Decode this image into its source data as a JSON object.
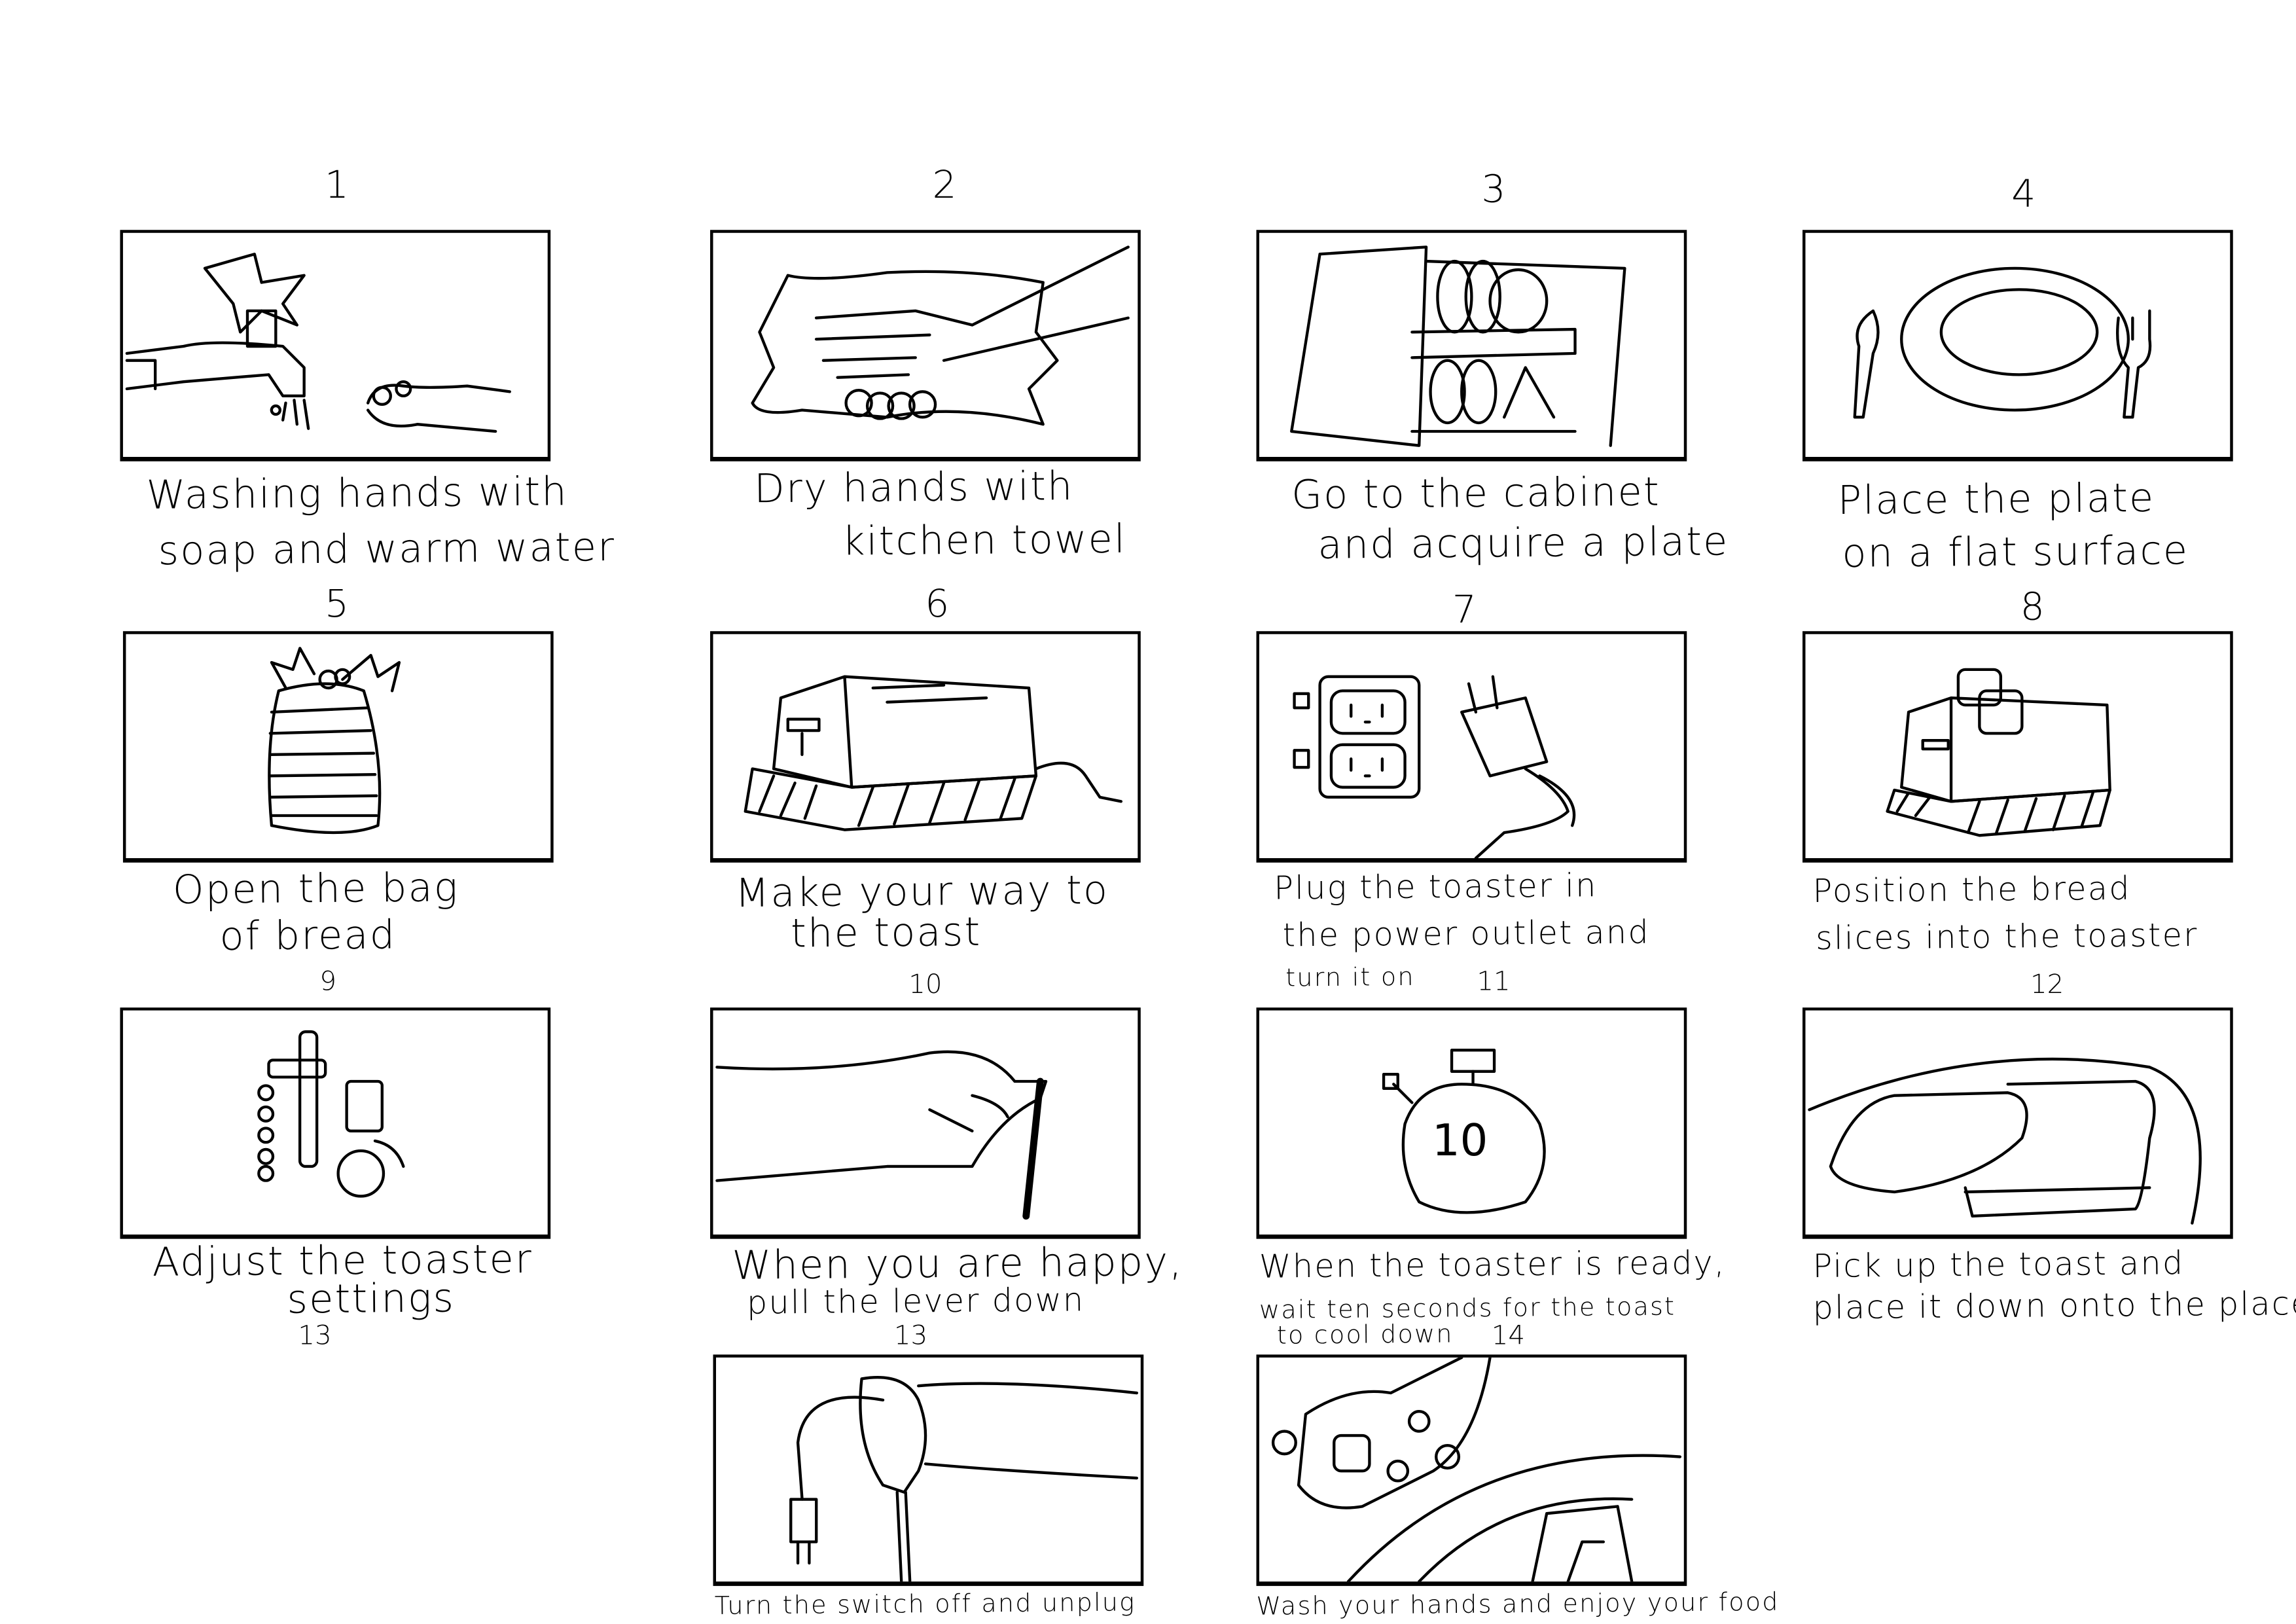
{
  "storyboard": {
    "panels": [
      {
        "number": "1",
        "caption": [
          "Washing hands with",
          "soap and warm water"
        ],
        "icon": "faucet-washing-hands"
      },
      {
        "number": "2",
        "caption": [
          "Dry hands with",
          "kitchen towel"
        ],
        "icon": "hands-drying-towel"
      },
      {
        "number": "3",
        "caption": [
          "Go to the cabinet",
          "and acquire a plate"
        ],
        "icon": "cabinet-plates"
      },
      {
        "number": "4",
        "caption": [
          "Place the plate",
          "on a flat surface"
        ],
        "icon": "plate-knife-fork"
      },
      {
        "number": "5",
        "caption": [
          "Open the bag",
          "of bread"
        ],
        "icon": "bread-bag"
      },
      {
        "number": "6",
        "caption": [
          "Make your way to",
          "the toast"
        ],
        "icon": "toaster"
      },
      {
        "number": "7",
        "caption": [
          "Plug the toaster in",
          "the power outlet and",
          "turn it on"
        ],
        "icon": "power-outlet-plug"
      },
      {
        "number": "8",
        "caption": [
          "Position the bread",
          "slices into the toaster"
        ],
        "icon": "toaster-with-bread"
      },
      {
        "number": "9",
        "caption": [
          "Adjust the toaster",
          "settings"
        ],
        "icon": "toaster-settings"
      },
      {
        "number": "10",
        "caption": [
          "When you are happy,",
          "pull the lever down"
        ],
        "icon": "hand-pulling-lever"
      },
      {
        "number": "11",
        "caption": [
          "When the toaster is ready,",
          "wait ten seconds for the toast",
          "to cool down"
        ],
        "icon": "stopwatch",
        "timer_value": "10"
      },
      {
        "number": "12",
        "caption": [
          "Pick up the toast and",
          "place it down onto the place"
        ],
        "icon": "toast-on-plate"
      },
      {
        "number": "13",
        "caption": [
          "Turn the switch off and unplug"
        ],
        "icon": "hand-unplugging"
      },
      {
        "number": "14",
        "caption": [
          "Wash your hands and enjoy your food"
        ],
        "icon": "washing-hands-plate"
      }
    ],
    "stray_number": "13"
  }
}
